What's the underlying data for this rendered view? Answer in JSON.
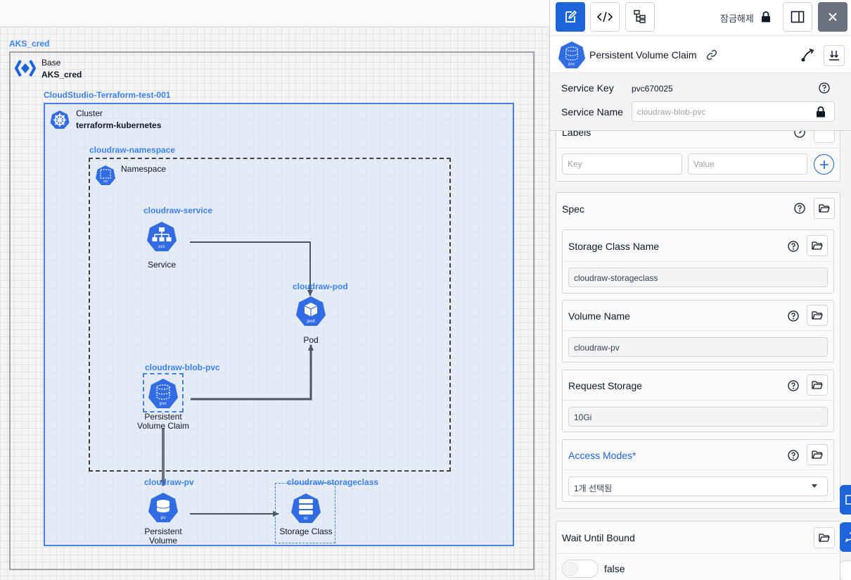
{
  "canvas": {
    "root_group": {
      "title": "AKS_cred",
      "type_label": "Base",
      "name": "AKS_cred"
    },
    "project_group": {
      "title": "CloudStudio-Terraform-test-001"
    },
    "cluster": {
      "type_label": "Cluster",
      "name": "terraform-kubernetes"
    },
    "namespace": {
      "title": "cloudraw-namespace",
      "type_label": "Namespace"
    },
    "nodes": {
      "service": {
        "title": "cloudraw-service",
        "label": "Service",
        "badge": "svc"
      },
      "pod": {
        "title": "cloudraw-pod",
        "label": "Pod",
        "badge": "pod"
      },
      "pvc": {
        "title": "cloudraw-blob-pvc",
        "label": "Persistent Volume Claim",
        "badge": "pvc"
      },
      "pv": {
        "title": "cloudraw-pv",
        "label": "Persistent Volume",
        "badge": "pv"
      },
      "storageclass": {
        "title": "cloudraw-storageclass",
        "label": "Storage Class",
        "badge": "sc"
      }
    },
    "ns_badge": "ns",
    "colors": {
      "accent": "#3b82f6",
      "k8s_blue": "#326ce5",
      "edge": "#4b5563"
    }
  },
  "panel": {
    "toolbar": {
      "edit_icon": "edit-icon",
      "code_icon": "code-icon",
      "tree_icon": "tree-icon",
      "unlock_label": "잠금해제",
      "lock_icon": "lock-icon",
      "layout_icon": "panel-layout-icon",
      "close_icon": "close-icon"
    },
    "resource": {
      "title": "Persistent Volume Claim",
      "badge": "pvc"
    },
    "service_key": {
      "label": "Service Key",
      "value": "pvc670025"
    },
    "service_name": {
      "label": "Service Name",
      "placeholder": "cloudraw-blob-pvc"
    },
    "labels": {
      "title": "Labels",
      "key_placeholder": "Key",
      "value_placeholder": "Value"
    },
    "spec": {
      "title": "Spec",
      "storage_class_name": {
        "label": "Storage Class Name",
        "value": "cloudraw-storageclass"
      },
      "volume_name": {
        "label": "Volume Name",
        "value": "cloudraw-pv"
      },
      "request_storage": {
        "label": "Request Storage",
        "value": "10Gi"
      },
      "access_modes": {
        "label": "Access Modes*",
        "value": "1개 선택됨"
      }
    },
    "wait_until_bound": {
      "title": "Wait Until Bound",
      "value": "false"
    },
    "accent": "#1d64d8"
  }
}
